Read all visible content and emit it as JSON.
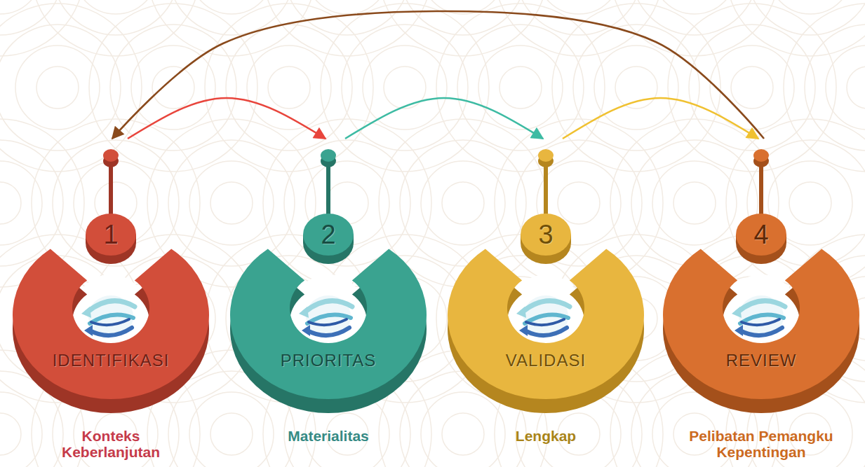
{
  "diagram": {
    "nodes": [
      {
        "text": [
          "1",
          "IDENTIFIKASI",
          "Konteks Keberlanjutan"
        ]
      },
      {
        "text": [
          "2",
          "PRIORITAS",
          "Materialitas"
        ]
      },
      {
        "text": [
          "3",
          "VALIDASI",
          "Lengkap"
        ]
      },
      {
        "text": [
          "4",
          "REVIEW",
          "Pelibatan Pemangku Kepentingan"
        ]
      }
    ],
    "edges": [
      {
        "from": 0,
        "to": 1,
        "arrow": "to"
      },
      {
        "from": 1,
        "to": 2,
        "arrow": "to"
      },
      {
        "from": 2,
        "to": 3,
        "arrow": "to"
      },
      {
        "from": 3,
        "to": 0,
        "arrow": "to"
      }
    ]
  }
}
